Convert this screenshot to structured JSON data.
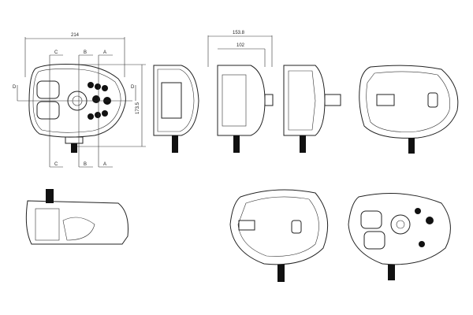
{
  "drawing": {
    "dimensions": {
      "width": "214",
      "height": "173.5",
      "depth_total": "153.8",
      "depth_body": "102"
    },
    "section_markers": {
      "a": "A",
      "b": "B",
      "c": "C",
      "d": "D"
    }
  }
}
